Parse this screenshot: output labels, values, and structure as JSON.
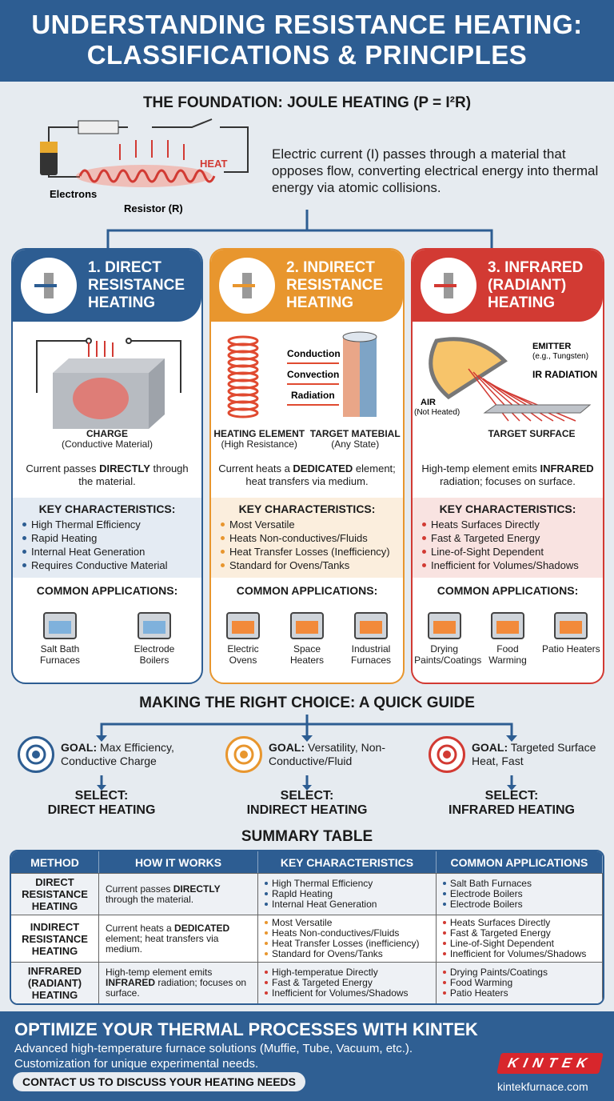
{
  "header": {
    "title_line1": "UNDERSTANDING RESISTANCE HEATING:",
    "title_line2": "CLASSIFICATIONS & PRINCIPLES"
  },
  "foundation": {
    "title": "THE FOUNDATION: JOULE HEATING (P = I²R)",
    "labels": {
      "heat": "HEAT",
      "electrons": "Electrons",
      "resistor": "Resistor (R)"
    },
    "text": "Electric current (I) passes through a material that opposes flow, converting electrical energy into thermal energy via atomic collisions."
  },
  "colors": {
    "direct": "#2d5d92",
    "indirect": "#e8962e",
    "infrared": "#d23a33",
    "heat": "#ee4a3a"
  },
  "cards": [
    {
      "title": "1. DIRECT RESISTANCE HEATING",
      "icon": "arrow-through-plate-icon",
      "labels": [
        "CHARGE",
        "(Conductive Material)"
      ],
      "desc_pre": "Current passes ",
      "desc_bold": "DIRECTLY",
      "desc_post": " through the material.",
      "kc_title": "KEY CHARACTERISTICS:",
      "kc": [
        "High Thermal Efficiency",
        "Rapid Heating",
        "Internal Heat Generation",
        "Requires Conductive Material"
      ],
      "ap_title": "COMMON APPLICATIONS:",
      "apps": [
        {
          "label": "Salt Bath Furnaces",
          "icon": "salt-bath-icon"
        },
        {
          "label": "Electrode Boilers",
          "icon": "electrode-boiler-icon"
        }
      ]
    },
    {
      "title": "2. INDIRECT RESISTANCE HEATING",
      "icon": "coil-cylinder-icon",
      "labels": [
        "HEATING ELEMENT",
        "(High Resistance)",
        "TARGET MATEBIAL",
        "(Any State)",
        "Conduction",
        "Convection",
        "Radiation"
      ],
      "desc_pre": "Current heats a ",
      "desc_bold": "DEDICATED",
      "desc_post": " element; heat transfers via medium.",
      "kc_title": "KEY CHARACTERISTICS:",
      "kc": [
        "Most Versatile",
        "Heats Non-conductives/Fluids",
        "Heat Transfer Losses (Inefficiency)",
        "Standard for Ovens/Tanks"
      ],
      "ap_title": "COMMON APPLICATIONS:",
      "apps": [
        {
          "label": "Electric Ovens",
          "icon": "oven-icon"
        },
        {
          "label": "Space Heaters",
          "icon": "space-heater-icon"
        },
        {
          "label": "Industrial Furnaces",
          "icon": "furnace-icon"
        }
      ]
    },
    {
      "title": "3. INFRARED (RADIANT) HEATING",
      "icon": "heat-lamp-icon",
      "labels": [
        "EMITTER",
        "(e.g., Tungsten)",
        "IR RADIATION",
        "AIR",
        "(Not Heated)",
        "TARGET SURFACE"
      ],
      "desc_pre": "High-temp element emits ",
      "desc_bold": "INFRARED",
      "desc_post": " radiation; focuses on surface.",
      "kc_title": "KEY CHARACTERISTICS:",
      "kc": [
        "Heats Surfaces Directly",
        "Fast & Targeted Energy",
        "Line-of-Sight Dependent",
        "Inefficient for Volumes/Shadows"
      ],
      "ap_title": "COMMON APPLICATIONS:",
      "apps": [
        {
          "label": "Drying Paints/Coatings",
          "icon": "spray-gun-icon"
        },
        {
          "label": "Food Warming",
          "icon": "food-warmer-icon"
        },
        {
          "label": "Patio Heaters",
          "icon": "patio-heater-icon"
        }
      ]
    }
  ],
  "guide": {
    "title": "MAKING THE RIGHT CHOICE: A QUICK GUIDE",
    "goals": [
      {
        "goal_label": "GOAL:",
        "goal": " Max Efficiency, Conductive Charge",
        "select": "SELECT:",
        "choice": "DIRECT HEATING",
        "icon": "gear-icon"
      },
      {
        "goal_label": "GOAL:",
        "goal": " Versatility, Non-Conductive/Fluid",
        "select": "SELECT:",
        "choice": "INDIRECT HEATING",
        "icon": "box-flask-icon"
      },
      {
        "goal_label": "GOAL:",
        "goal": " Targeted Surface Heat, Fast",
        "select": "SELECT:",
        "choice": "INFRARED HEATING",
        "icon": "target-icon"
      }
    ]
  },
  "summary": {
    "title": "SUMMARY TABLE",
    "headers": [
      "METHOD",
      "HOW IT WORKS",
      "KEY CHARACTERISTICS",
      "COMMON APPLICATIONS"
    ],
    "rows": [
      {
        "method": "DIRECT RESISTANCE HEATING",
        "how_pre": "Current passes ",
        "how_bold": "DIRECTLY",
        "how_post": " through the material.",
        "kc": [
          "High Thermal Efficiency",
          "Rapld Heating",
          "Internal Heat Generation"
        ],
        "apps": [
          "Salt Bath Furnaces",
          "Electrode Boilers",
          "Electrode Boilers"
        ],
        "kc_color": "#2d5d92",
        "ap_color": "#2d5d92"
      },
      {
        "method": "INDIRECT RESISTANCE HEATING",
        "how_pre": "Current heats a ",
        "how_bold": "DEDICATED",
        "how_post": " element; heat transfers via medium.",
        "kc": [
          "Most Versatile",
          "Heats Non-conductives/Fluids",
          "Heat Transfer Losses (inefficiency)",
          "Standard for Ovens/Tanks"
        ],
        "apps": [
          "Heats Surfaces Directly",
          "Fast & Targeted Energy",
          "Line-of-Sight Dependent",
          "Inefficient for Volumes/Shadows"
        ],
        "kc_color": "#e8962e",
        "ap_color": "#d23a33"
      },
      {
        "method": "INFRARED (RADIANT) HEATING",
        "how_pre": "High-temp element emits ",
        "how_bold": "INFRARED",
        "how_post": " radiation; focuses on surface.",
        "kc": [
          "High-temperatue Directly",
          "Fast & Targeted Energy",
          "Inefficient for Volumes/Shadows"
        ],
        "apps": [
          "Drying Paints/Coatings",
          "Food Warming",
          "Patio Heaters"
        ],
        "kc_color": "#d23a33",
        "ap_color": "#d23a33"
      }
    ]
  },
  "footer": {
    "title": "OPTIMIZE YOUR THERMAL PROCESSES WITH KINTEK",
    "line1": "Advanced high-temperature furnace solutions (Muffie, Tube, Vacuum, etc.).",
    "line2": "Customization for unique experimental needs.",
    "cta": "CONTACT US TO DISCUSS YOUR HEATING NEEDS",
    "logo": "KINTEK",
    "url": "kintekfurnace.com"
  }
}
